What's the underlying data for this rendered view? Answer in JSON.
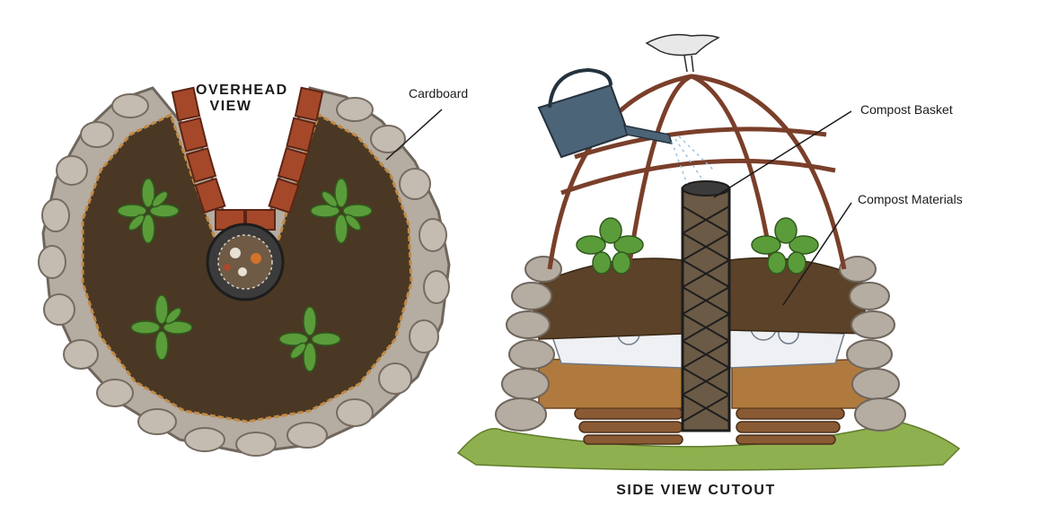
{
  "overhead": {
    "title_line1": "OVERHEAD",
    "title_line2": "VIEW",
    "callout_cardboard": "Cardboard"
  },
  "side": {
    "title": "SIDE VIEW CUTOUT",
    "callout_basket": "Compost Basket",
    "callout_materials": "Compost Materials"
  },
  "colors": {
    "soil": "#4a3824",
    "soil_edge": "#6b5132",
    "stone": "#b5aca2",
    "stone_dark": "#8f857b",
    "brick": "#a5482a",
    "plant": "#5b9c3a",
    "grass": "#8fb04e",
    "frame": "#7a3f2a",
    "watering_can": "#4c6478"
  }
}
